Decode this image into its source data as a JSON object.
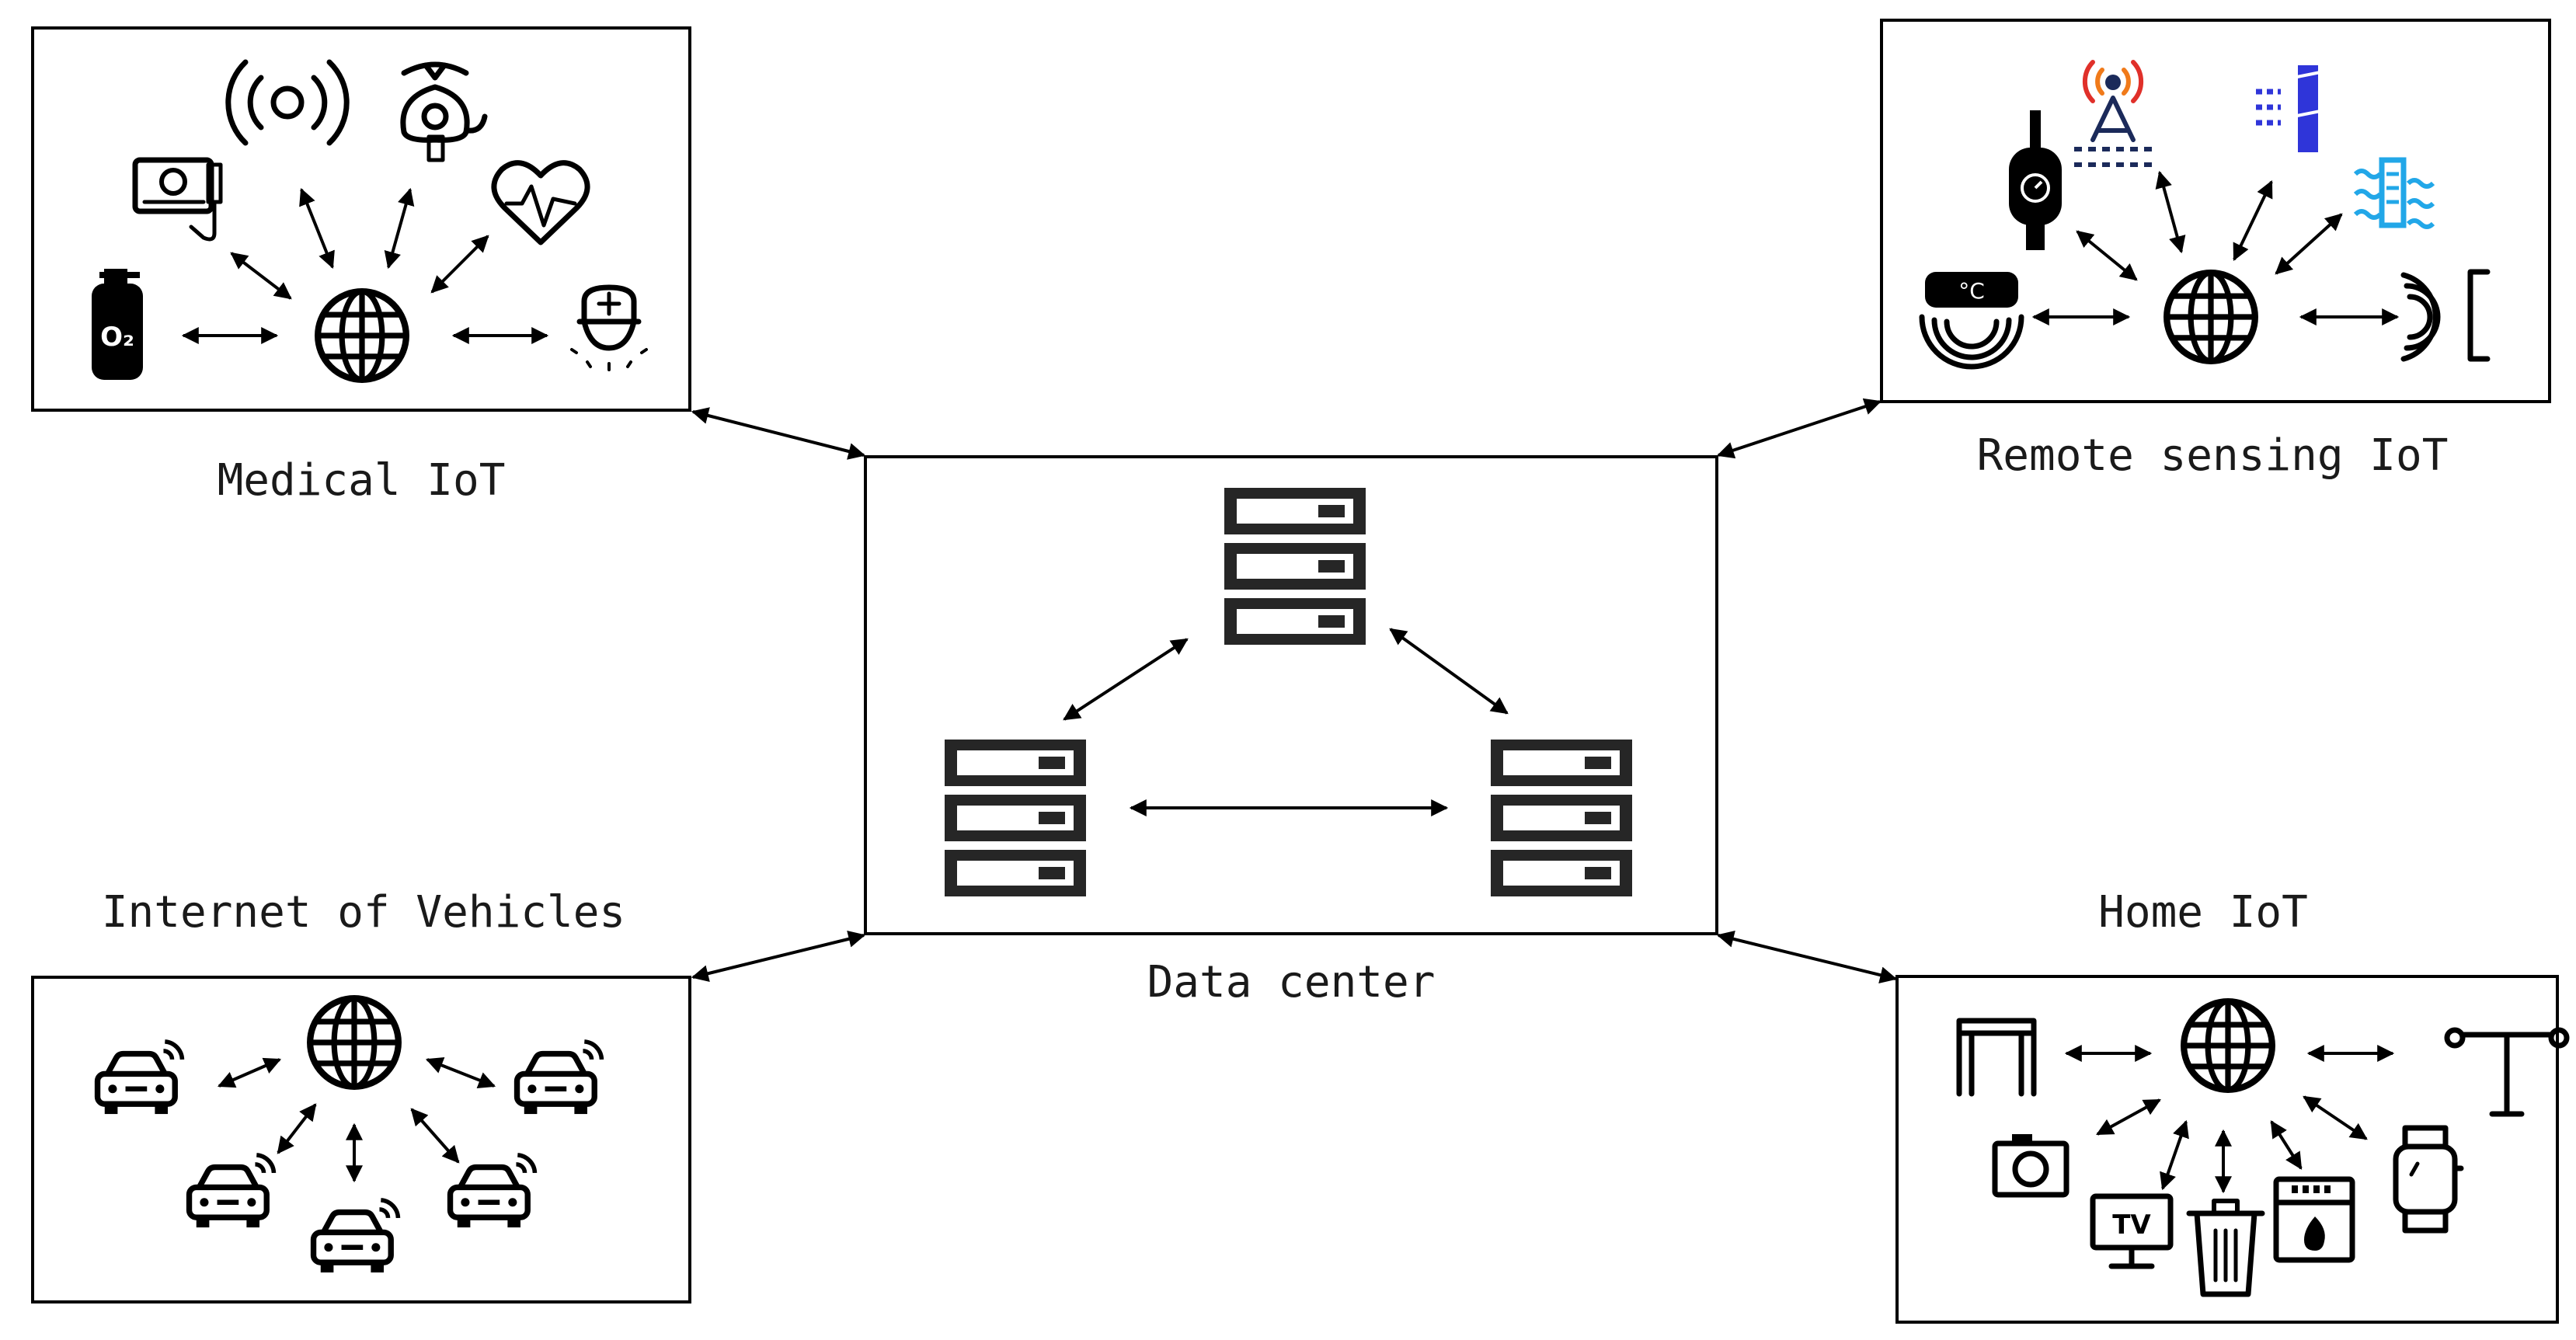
{
  "labels": {
    "medical": "Medical IoT",
    "remote": "Remote sensing IoT",
    "vehicles": "Internet of Vehicles",
    "home": "Home IoT",
    "datacenter": "Data center"
  },
  "icon_text": {
    "oxygen": "O₂",
    "celsius": "°C",
    "tv": "TV"
  },
  "colors": {
    "stroke": "#000000",
    "antenna_orange": "#f07a1a",
    "antenna_red": "#e0302a",
    "antenna_navy": "#1b2a5a",
    "blue": "#2f35d9",
    "cyan": "#22a7e8"
  },
  "icons": {
    "medical": [
      "oxygen-tank-icon",
      "monitor-device-icon",
      "signal-waves-icon",
      "breathing-mask-icon",
      "heart-rate-icon",
      "nurse-cap-icon",
      "globe-icon"
    ],
    "remote": [
      "thermometer-probe-icon",
      "antenna-tower-icon",
      "laser-sensor-icon",
      "water-level-icon",
      "temperature-sensor-icon",
      "distance-sensor-icon",
      "globe-icon"
    ],
    "vehicles": [
      "globe-icon",
      "car-icon",
      "car-icon",
      "car-icon",
      "car-icon",
      "car-icon"
    ],
    "home": [
      "door-icon",
      "street-lamp-icon",
      "camera-icon",
      "tv-icon",
      "trash-can-icon",
      "oven-icon",
      "smartwatch-icon",
      "globe-icon"
    ],
    "datacenter": [
      "server-icon",
      "server-icon",
      "server-icon"
    ]
  }
}
